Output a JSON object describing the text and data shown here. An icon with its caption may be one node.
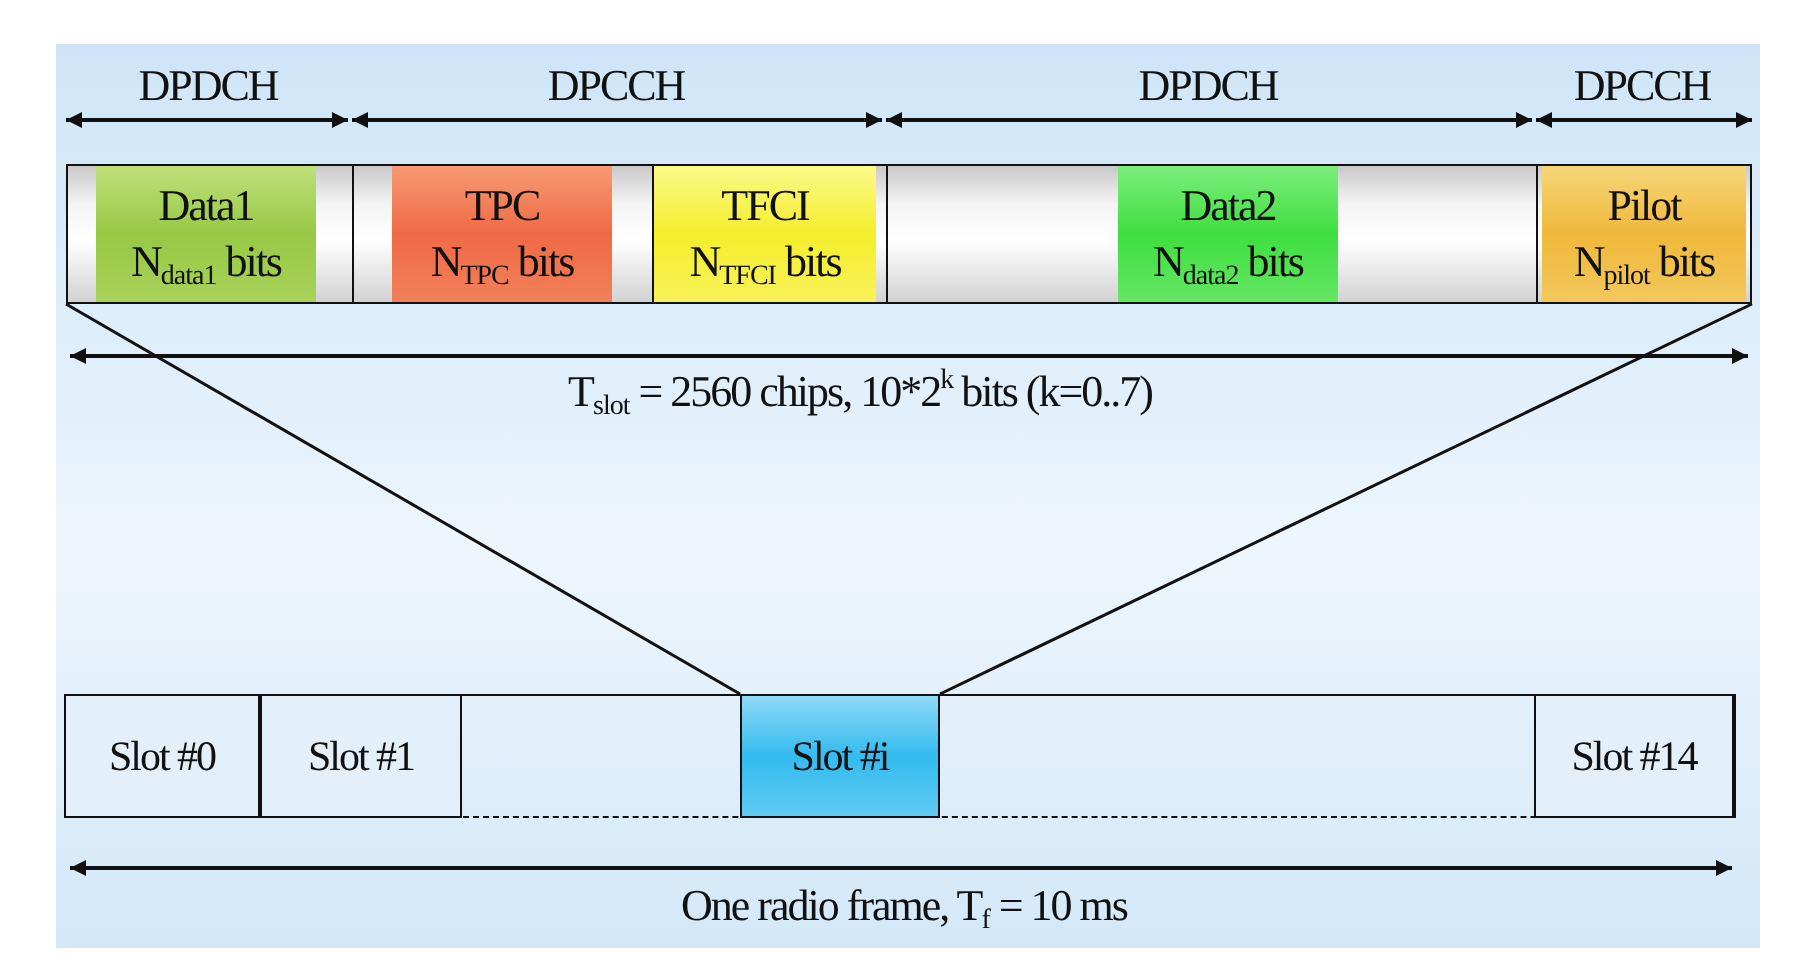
{
  "diagram": {
    "nodes": [
      {
        "text": [],
        "shape": "box"
      },
      {
        "text": [
          "Data1",
          "N$_{data1}$ bits"
        ],
        "in": 0
      },
      {
        "text": [
          "TPC",
          "N$_{TPC}$ bits"
        ],
        "in": 0
      },
      {
        "text": [
          "TFCI",
          "N$_{TFCI}$ bits"
        ],
        "in": 0
      },
      {
        "text": [
          "Data2",
          "N$_{data2}$ bits"
        ],
        "in": 0
      },
      {
        "text": [
          "Pilot",
          "N$_{pilot}$ bits"
        ],
        "in": 0
      },
      {
        "text": [],
        "shape": "box"
      },
      {
        "text": [
          "Slot #0"
        ],
        "in": 6
      },
      {
        "text": [
          "Slot #1"
        ],
        "in": 6
      },
      {
        "text": [
          "Slot #i"
        ],
        "in": 6
      },
      {
        "text": [
          "Slot #14"
        ],
        "in": 6
      }
    ],
    "edges": [
      {
        "from": 9,
        "to": 0,
        "arrow": "none"
      },
      {
        "from": 9,
        "to": 0,
        "arrow": "none"
      }
    ],
    "labels": [
      "DPDCH",
      "DPCCH",
      "DPDCH",
      "DPCCH",
      "T$_{slot}$ = 2560 chips, 10*2$^{k}$ bits (k=0..7)",
      "One radio frame, T$_{f}$ = 10 ms"
    ]
  }
}
